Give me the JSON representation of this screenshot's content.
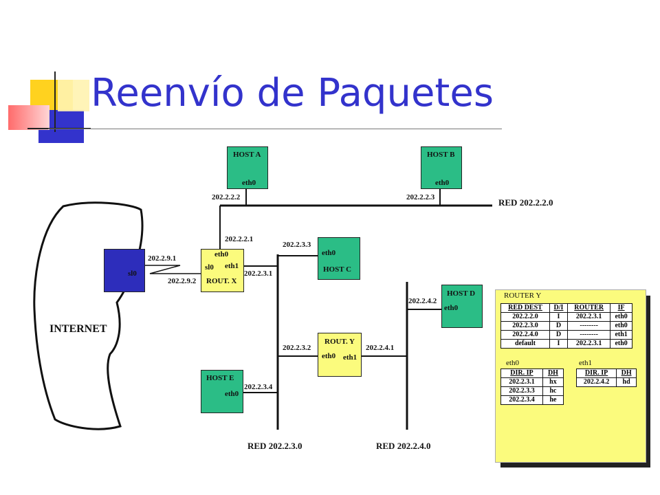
{
  "title": "Reenvío de Paquetes",
  "colors": {
    "title": "#3333cc",
    "host": "#2bbd86",
    "router": "#fbfb7d",
    "internet_node": "#2d2dbb"
  },
  "networks": {
    "red_2": "RED 202.2.2.0",
    "red_3": "RED 202.2.3.0",
    "red_4": "RED 202.2.4.0",
    "internet": "INTERNET"
  },
  "hosts": {
    "a": {
      "name": "HOST A",
      "iface": "eth0",
      "ip": "202.2.2.2"
    },
    "b": {
      "name": "HOST B",
      "iface": "eth0",
      "ip": "202.2.2.3"
    },
    "c": {
      "name": "HOST C",
      "iface": "eth0",
      "ip": "202.2.3.3"
    },
    "d": {
      "name": "HOST D",
      "iface": "eth0",
      "ip": "202.2.4.2"
    },
    "e": {
      "name": "HOST E",
      "iface": "eth0",
      "ip": "202.2.3.4"
    }
  },
  "router_x": {
    "name": "ROUT. X",
    "eth0": "eth0",
    "eth1": "eth1",
    "sl0": "sl0",
    "ip_eth0": "202.2.2.1",
    "ip_eth1": "202.2.3.1",
    "ip_sl0": "202.2.9.2"
  },
  "router_y": {
    "name": "ROUT. Y",
    "eth0": "eth0",
    "eth1": "eth1",
    "ip_eth0": "202.2.3.2",
    "ip_eth1": "202.2.4.1"
  },
  "internet_router": {
    "iface": "sl0",
    "ip": "202.2.9.1"
  },
  "router_y_panel": {
    "title": "ROUTER Y",
    "routing_headers": [
      "RED DEST",
      "D/I",
      "ROUTER",
      "IF"
    ],
    "routing_rows": [
      [
        "202.2.2.0",
        "I",
        "202.2.3.1",
        "eth0"
      ],
      [
        "202.2.3.0",
        "D",
        "--------",
        "eth0"
      ],
      [
        "202.2.4.0",
        "D",
        "--------",
        "eth1"
      ],
      [
        "default",
        "I",
        "202.2.3.1",
        "eth0"
      ]
    ],
    "arp_eth0_label": "eth0",
    "arp_eth1_label": "eth1",
    "arp_headers": [
      "DIR. IP",
      "DH"
    ],
    "arp_eth0_rows": [
      [
        "202.2.3.1",
        "hx"
      ],
      [
        "202.2.3.3",
        "hc"
      ],
      [
        "202.2.3.4",
        "he"
      ]
    ],
    "arp_eth1_rows": [
      [
        "202.2.4.2",
        "hd"
      ]
    ]
  }
}
